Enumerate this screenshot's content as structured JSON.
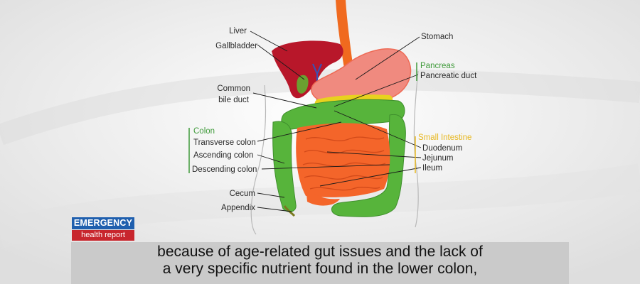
{
  "labels": {
    "liver": "Liver",
    "gallbladder": "Gallbladder",
    "common_bile_duct_1": "Common",
    "common_bile_duct_2": "bile duct",
    "stomach": "Stomach",
    "pancreas": "Pancreas",
    "pancreatic_duct": "Pancreatic duct",
    "colon": "Colon",
    "transverse_colon": "Transverse colon",
    "ascending_colon": "Ascending colon",
    "descending_colon": "Descending colon",
    "small_intestine": "Small Intestine",
    "duodenum": "Duodenum",
    "jejunum": "Jejunum",
    "ileum": "Ileum",
    "cecum": "Cecum",
    "appendix": "Appendix"
  },
  "badge": {
    "top": "EMERGENCY",
    "bottom": "health report"
  },
  "subtitle": {
    "line1": "because of age-related gut issues and the lack of",
    "line2": "a very specific nutrient found in the lower colon,"
  },
  "colors": {
    "background": "#ececec",
    "liver": "#b8172a",
    "stomach": "#f08a7f",
    "esophagus": "#f06a1f",
    "colon": "#57b43b",
    "small_intestine": "#f4652a",
    "pancreas": "#e8d21e",
    "badge_blue": "#1f5fae",
    "badge_red": "#c8262d"
  }
}
